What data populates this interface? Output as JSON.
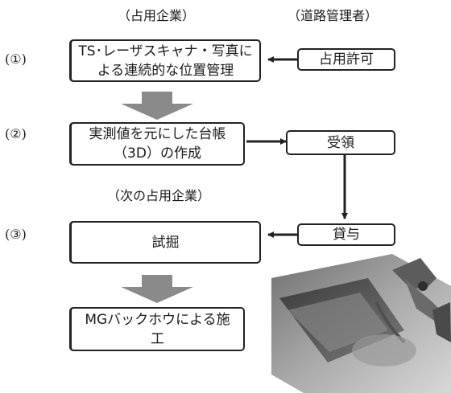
{
  "headers": {
    "company": "（占用企業）",
    "road_admin": "（道路管理者）",
    "next_company": "（次の占用企業）"
  },
  "steps": {
    "s1": "(①)",
    "s2": "(②)",
    "s3": "(③)"
  },
  "boxes": {
    "survey": "TS･レーザスキャナ・写真に\nよる連続的な位置管理",
    "ledger": "実測値を元にした台帳\n（3D）の作成",
    "trial_dig": "試掘",
    "mg_backhoe": "MGバックホウによる施\n工",
    "permit": "占用許可",
    "receive": "受領",
    "lend": "貸与"
  },
  "colors": {
    "border": "#222222",
    "big_arrow": "#8a8a8a"
  }
}
